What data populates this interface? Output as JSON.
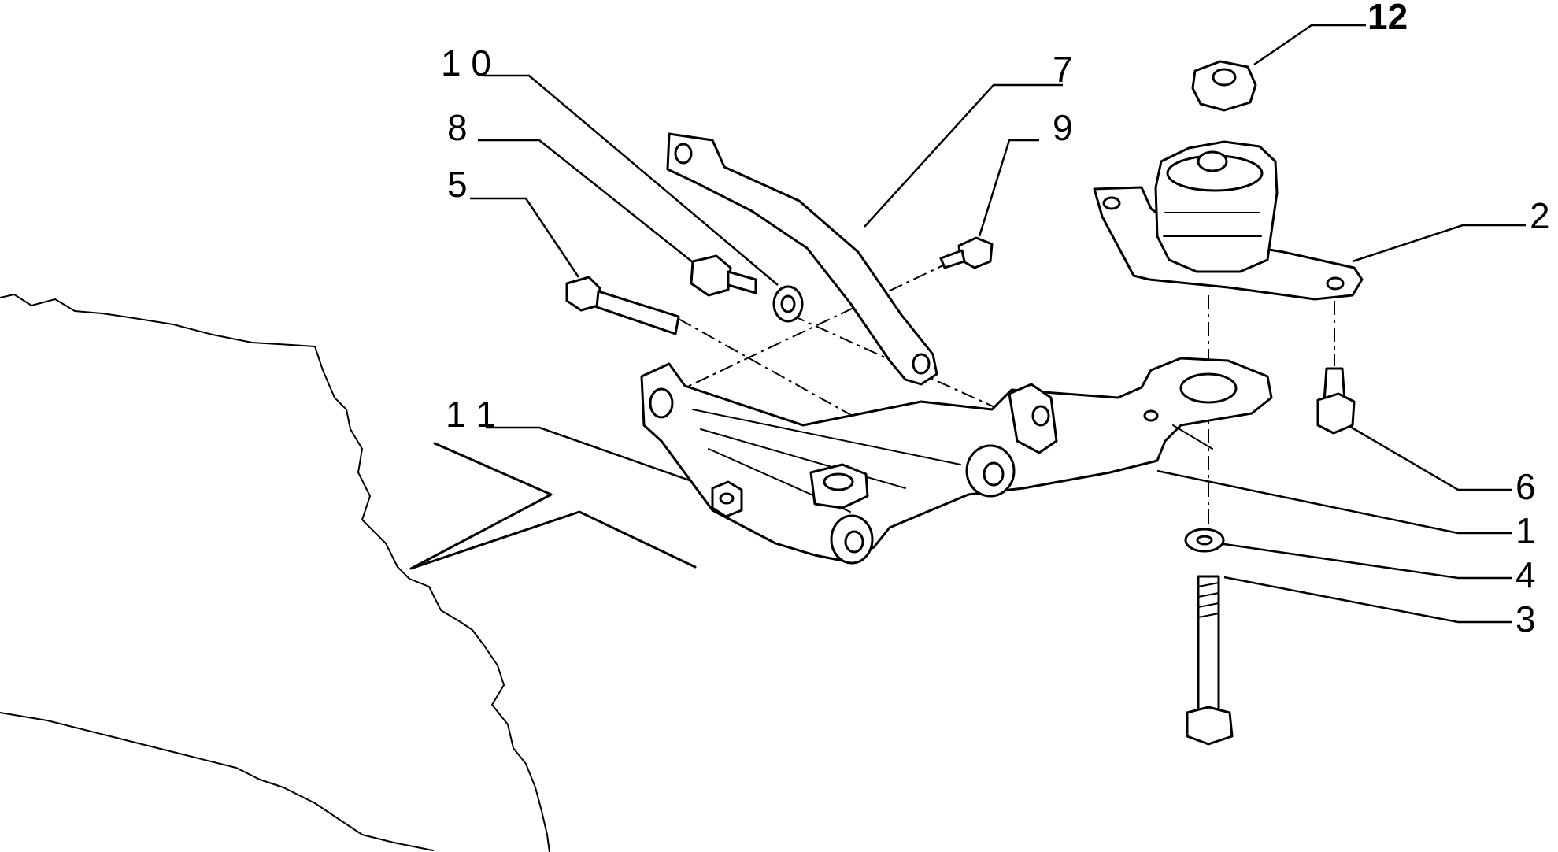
{
  "callouts": [
    {
      "id": "1",
      "text": "1"
    },
    {
      "id": "2",
      "text": "2"
    },
    {
      "id": "3",
      "text": "3"
    },
    {
      "id": "4",
      "text": "4"
    },
    {
      "id": "5",
      "text": "5"
    },
    {
      "id": "6",
      "text": "6"
    },
    {
      "id": "7",
      "text": "7"
    },
    {
      "id": "8",
      "text": "8"
    },
    {
      "id": "9",
      "text": "9"
    },
    {
      "id": "10",
      "text": "1 0"
    },
    {
      "id": "11",
      "text": "1 1"
    },
    {
      "id": "12",
      "text": "12"
    }
  ],
  "icons": [
    "transmission-housing-outline",
    "direction-arrow-icon"
  ]
}
